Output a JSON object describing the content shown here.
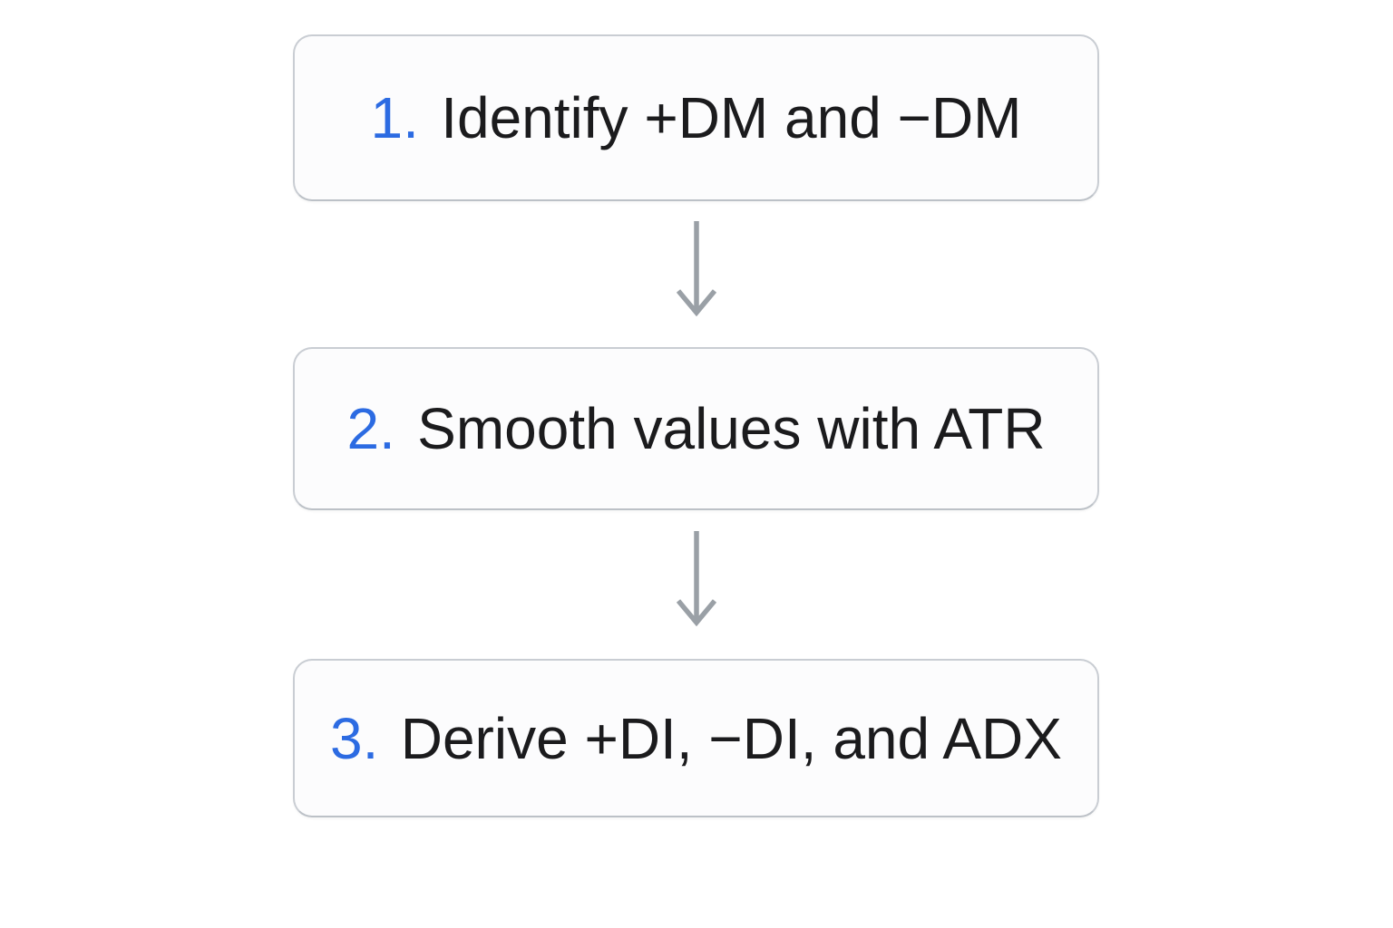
{
  "diagram": {
    "steps": [
      {
        "number": "1.",
        "label": "Identify +DM and −DM"
      },
      {
        "number": "2.",
        "label": "Smooth values with ATR"
      },
      {
        "number": "3.",
        "label": "Derive +DI, −DI, and ADX"
      }
    ],
    "connector": "arrow-down"
  },
  "colors": {
    "step_number": "#2c6be2",
    "step_text": "#1b1b1d",
    "box_border": "#c9cdd3",
    "box_background": "#fcfcfd",
    "arrow": "#9aa0a6",
    "page_background": "#ffffff"
  }
}
